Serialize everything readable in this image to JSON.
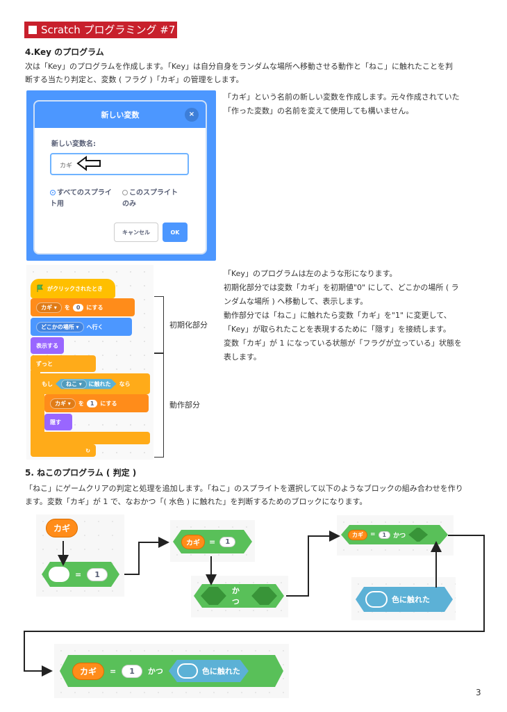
{
  "header": {
    "title": "Scratch プログラミング  #7"
  },
  "section4": {
    "heading": "4.Key のプログラム",
    "intro_line1": "次は「Key」のプログラムを作成します。「Key」は自分自身をランダムな場所へ移動させる動作と「ねこ」に触れたことを判",
    "intro_line2": "断する当たり判定と、変数 ( フラグ )「カギ」の管理をします。",
    "dialog": {
      "title": "新しい変数",
      "close": "×",
      "label": "新しい変数名:",
      "input_value": "カギ",
      "radio_all": "すべてのスプライ",
      "radio_all_2": "ト用",
      "radio_this": "このスプライト",
      "radio_this_2": "のみ",
      "cancel": "キャンセル",
      "ok": "OK"
    },
    "note1_line1": "「カギ」という名前の新しい変数を作成します。元々作成されていた",
    "note1_line2": "「作った変数」の名前を変えて使用しても構いません。",
    "script": {
      "when_flag": "がクリックされたとき",
      "var_name": "カギ",
      "to": "を",
      "set_suffix": "にする",
      "value0": "0",
      "value1": "1",
      "goto_target": "どこかの場所",
      "goto_suffix": "へ行く",
      "show": "表示する",
      "forever": "ずっと",
      "if": "もし",
      "touching_target": "ねこ",
      "touching_suffix": "に触れた",
      "then": "なら",
      "hide": "隠す",
      "loop_arrow": "↻"
    },
    "label_init": "初期化部分",
    "label_action": "動作部分",
    "note2": [
      "「Key」のプログラムは左のような形になります。",
      "初期化部分では変数「カギ」を初期値\"0\" にして、どこかの場所 ( ラ",
      "ンダムな場所 ) へ移動して、表示します。",
      "動作部分では「ねこ」に触れたら変数「カギ」を\"1\" に変更して、",
      "「Key」が取られたことを表現するために「隠す」を接続します。",
      "変数「カギ」が 1 になっている状態が「フラグが立っている」状態を",
      "表します。"
    ]
  },
  "section5": {
    "heading": "5. ねこのプログラム ( 判定 )",
    "intro_line1": "「ねこ」にゲームクリアの判定と処理を追加します。「ねこ」のスプライトを選択して以下のようなブロックの組み合わせを作り",
    "intro_line2": "ます。変数「カギ」が 1 で、なおかつ「( 水色 ) に触れた」を判断するためのブロックになります。",
    "var_reporter": "カギ",
    "equals": "=",
    "one": "1",
    "and": "かつ",
    "touching_color": "色に触れた"
  },
  "page_number": "3"
}
